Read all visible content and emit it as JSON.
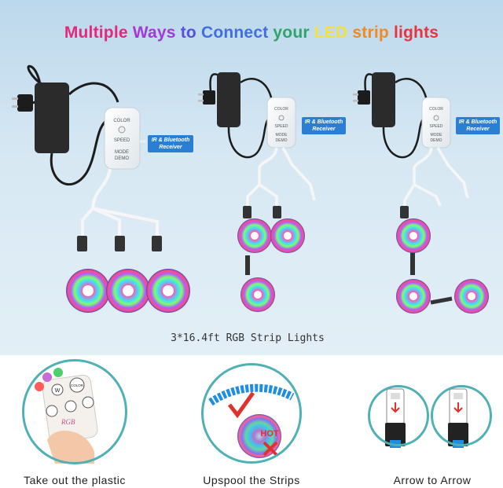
{
  "title": {
    "segments": [
      {
        "text": "Multiple",
        "color": "#e4287d"
      },
      {
        "text": " Ways",
        "color": "#a13ad8"
      },
      {
        "text": " to",
        "color": "#5a4fd8"
      },
      {
        "text": " Connect",
        "color": "#3f6fe0"
      },
      {
        "text": " your",
        "color": "#2ea56a"
      },
      {
        "text": " LED",
        "color": "#f2e23b"
      },
      {
        "text": " strip",
        "color": "#f08a22"
      },
      {
        "text": " lights",
        "color": "#e8333f"
      }
    ]
  },
  "receiver_label": "IR & Bluetooth Receiver",
  "controller_labels": {
    "color": "COLOR",
    "speed": "SPEED",
    "mode": "MODE",
    "demo": "DEMO"
  },
  "caption": "3*16.4ft RGB Strip Lights",
  "remote_labels": {
    "w": "W",
    "color": "COLOR",
    "rgb": "RGB",
    "hot": "HOT"
  },
  "steps": [
    {
      "label": "Take out the plastic"
    },
    {
      "label": "Upspool the Strips"
    },
    {
      "label": "Arrow to Arrow"
    }
  ],
  "colors": {
    "accent": "#2a7fd4",
    "ring": "#4fb0b5",
    "ok": "#2fb84d",
    "bad": "#e0322c"
  }
}
